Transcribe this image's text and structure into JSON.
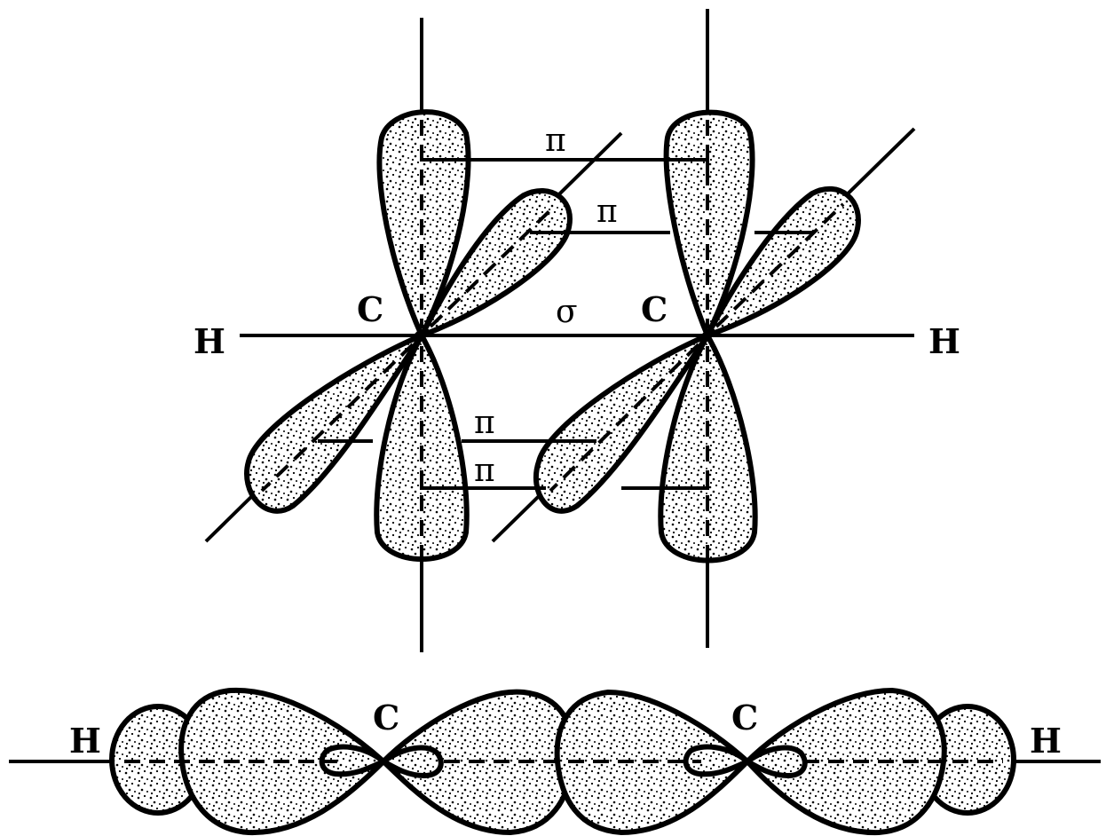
{
  "top_diagram": {
    "atoms": {
      "h_left": "H",
      "c_left": "C",
      "c_right": "C",
      "h_right": "H"
    },
    "bonds": {
      "sigma": "σ",
      "pi_upper_front": "π",
      "pi_upper_back": "π",
      "pi_lower_front": "π",
      "pi_lower_back": "π"
    }
  },
  "bottom_diagram": {
    "atoms": {
      "h_left": "H",
      "c_left": "C",
      "c_right": "C",
      "h_right": "H"
    }
  }
}
